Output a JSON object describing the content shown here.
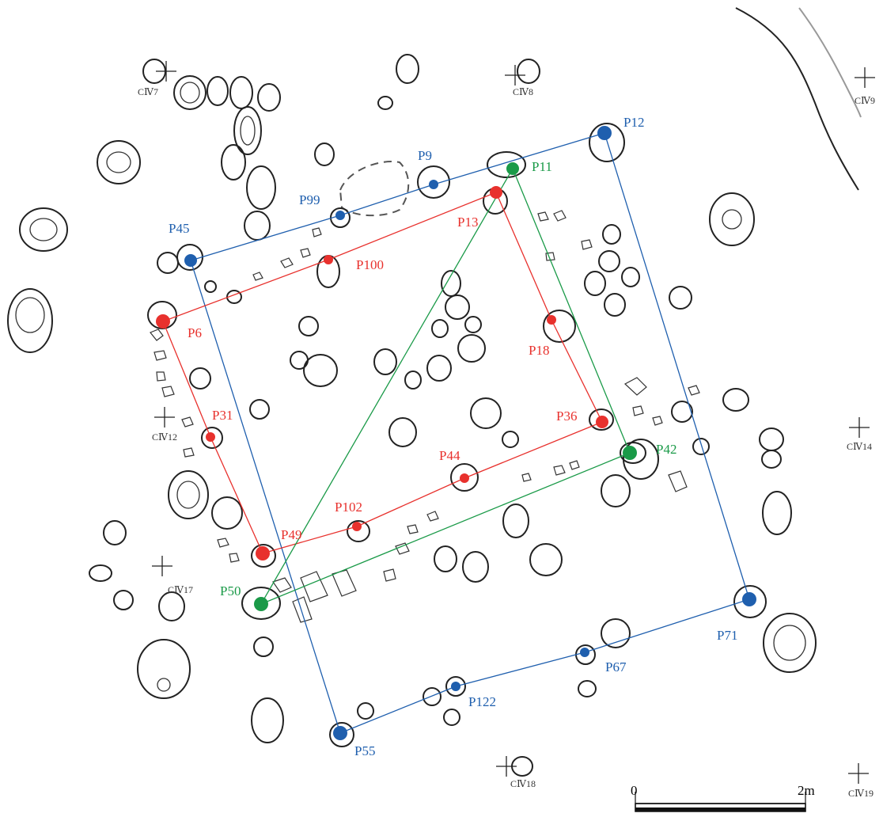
{
  "colors": {
    "blue": "#1f5fae",
    "red": "#e8312d",
    "green": "#1a9a48",
    "ink": "#222222"
  },
  "grid_points": [
    {
      "id": "CIV7",
      "label": "CⅣ7"
    },
    {
      "id": "CIV8",
      "label": "CⅣ8"
    },
    {
      "id": "CIV9",
      "label": "CⅣ9"
    },
    {
      "id": "CIV12",
      "label": "CⅣ12"
    },
    {
      "id": "CIV14",
      "label": "CⅣ14"
    },
    {
      "id": "CIV17",
      "label": "CⅣ17"
    },
    {
      "id": "CIV18",
      "label": "CⅣ18"
    },
    {
      "id": "CIV19",
      "label": "CⅣ19"
    }
  ],
  "posts": {
    "blue": [
      "P12",
      "P9",
      "P99",
      "P45",
      "P55",
      "P122",
      "P67",
      "P71"
    ],
    "red": [
      "P13",
      "P100",
      "P6",
      "P31",
      "P49",
      "P102",
      "P44",
      "P36",
      "P18"
    ],
    "green": [
      "P11",
      "P42",
      "P50"
    ]
  },
  "scale_bar": {
    "start_label": "0",
    "end_label": "2m"
  }
}
